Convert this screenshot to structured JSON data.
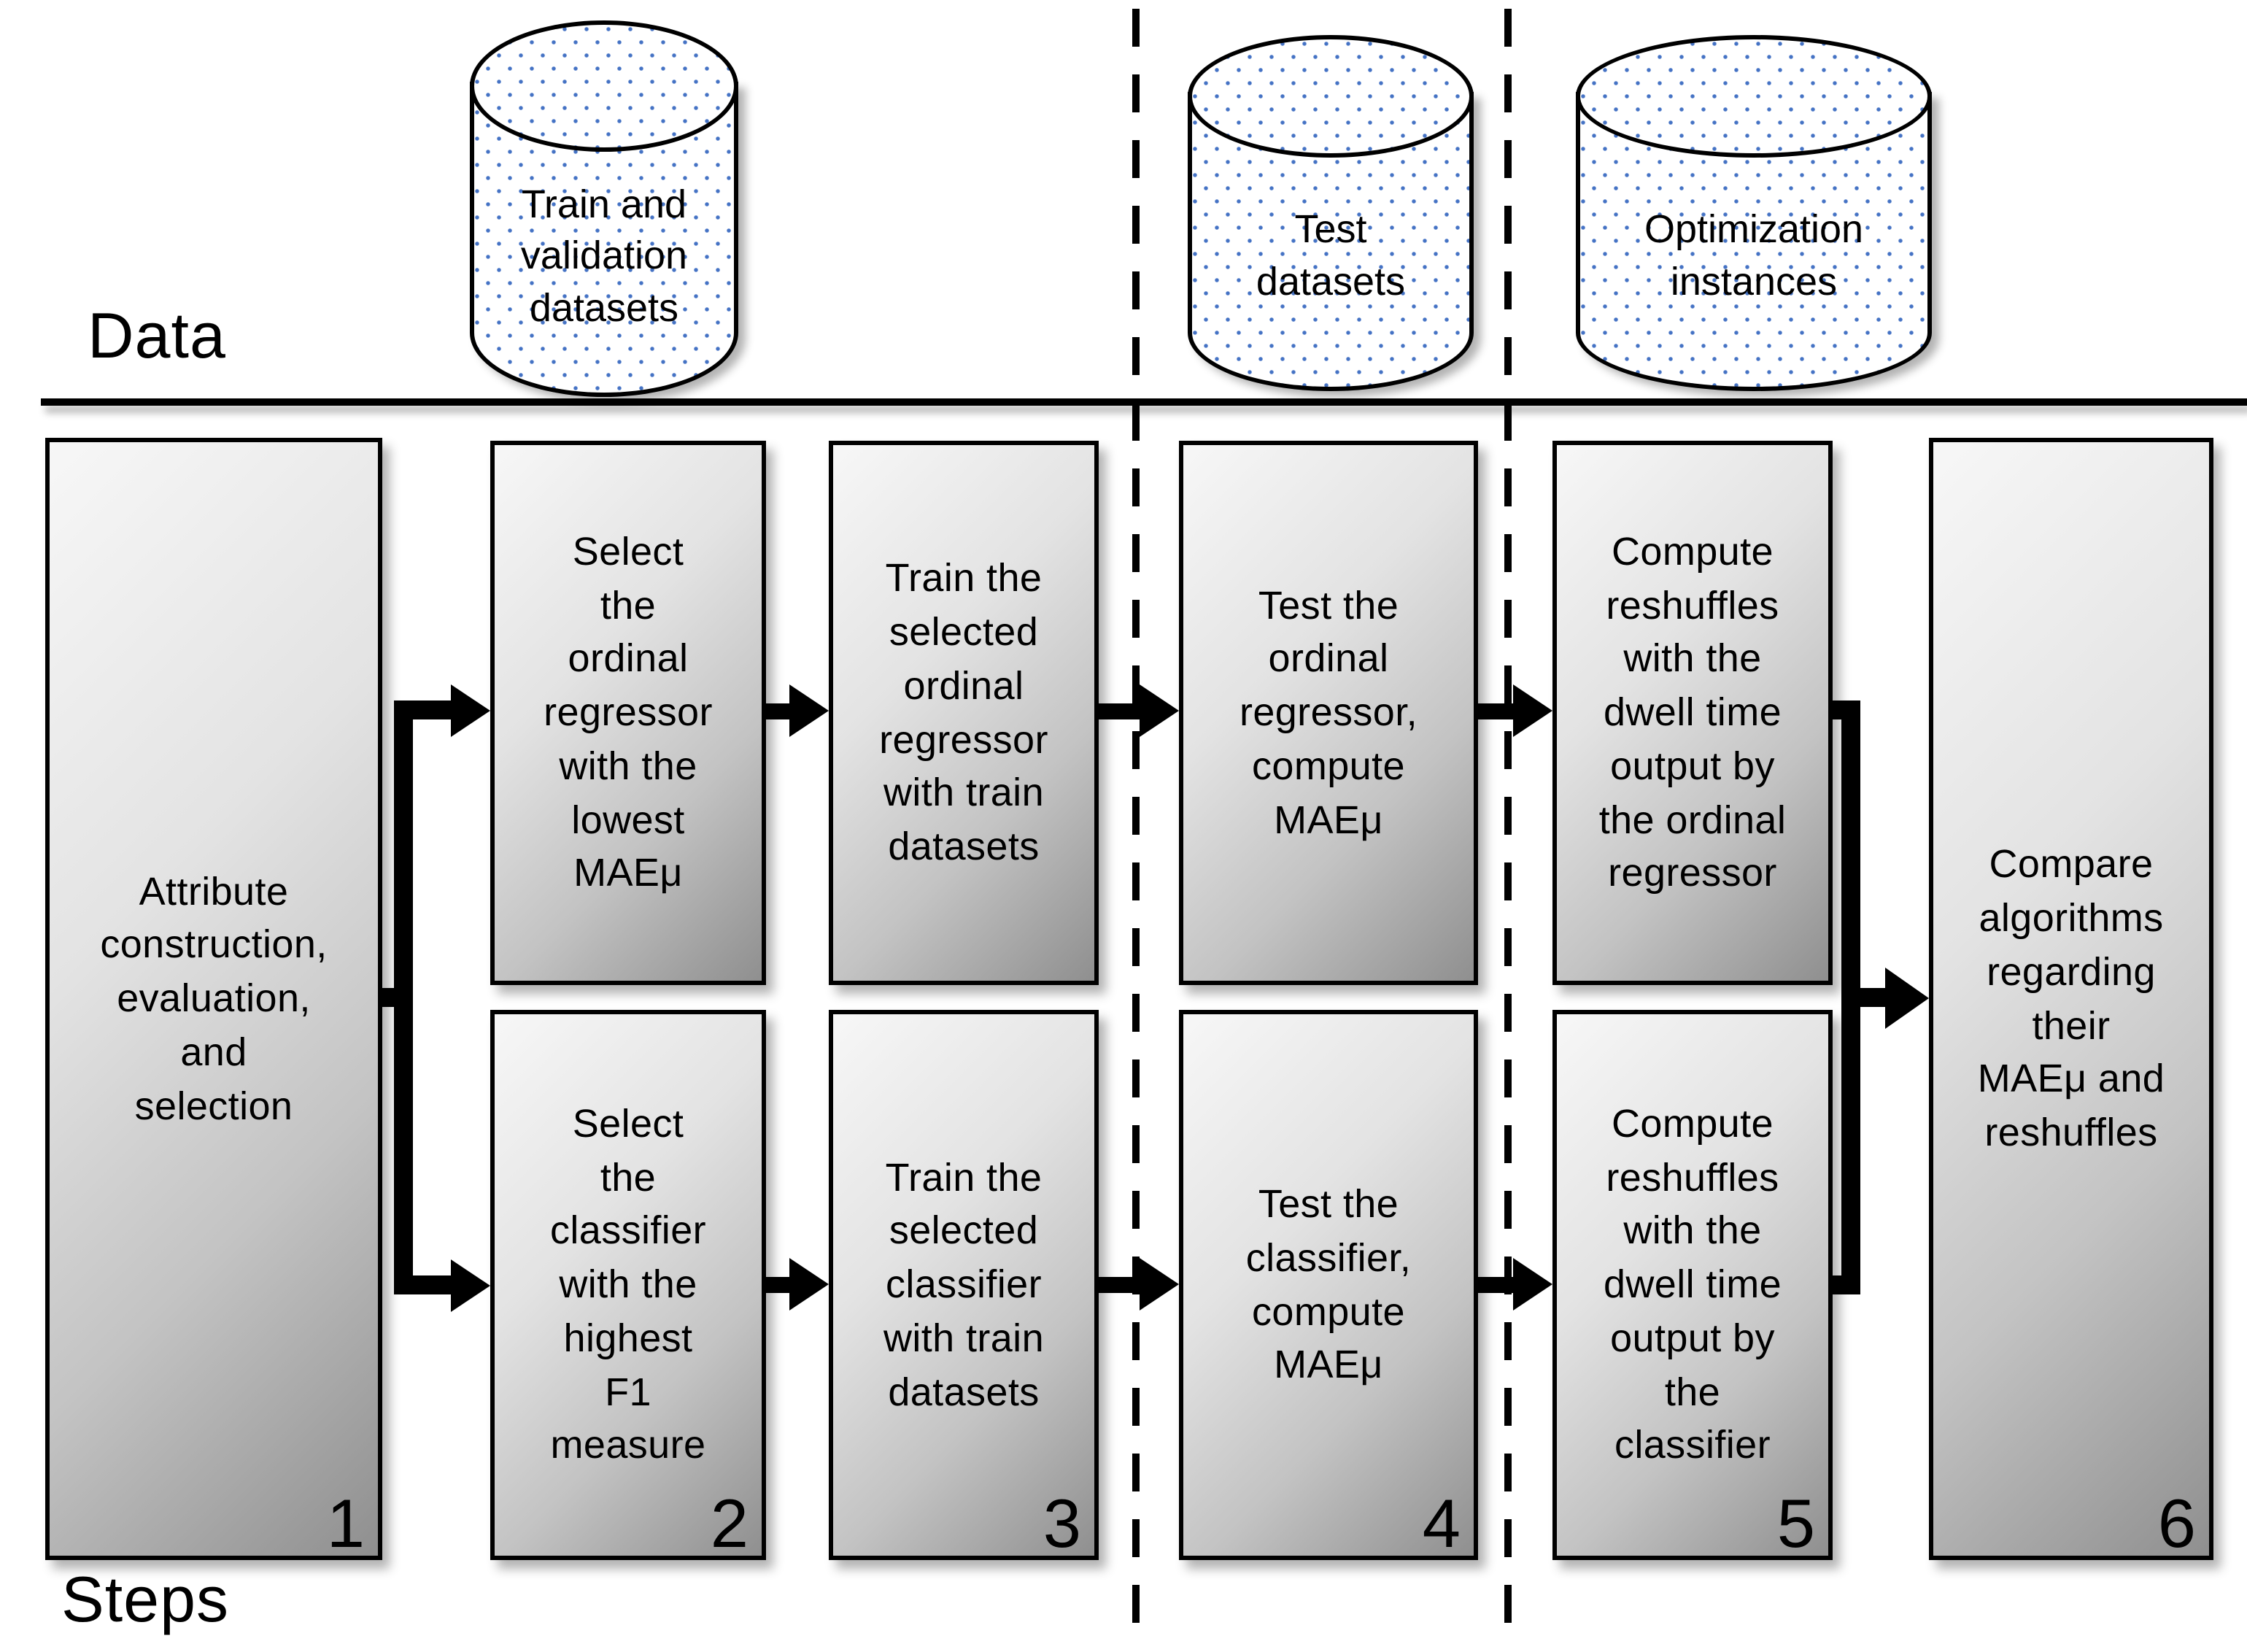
{
  "labels": {
    "data_section": "Data",
    "steps_section": "Steps"
  },
  "datastores": [
    {
      "name": "train-validation-datasets",
      "label": "Train and\nvalidation\ndatasets"
    },
    {
      "name": "test-datasets",
      "label": "Test\ndatasets"
    },
    {
      "name": "optimization-instances",
      "label": "Optimization\ninstances"
    }
  ],
  "steps": {
    "s1": {
      "number": "1",
      "text": "Attribute\nconstruction,\nevaluation,\nand\nselection"
    },
    "s2": {
      "number": "2",
      "top": "Select\nthe\nordinal\nregressor\nwith the\nlowest\nMAEμ",
      "bottom": "Select\nthe\nclassifier\nwith the\nhighest\nF1\nmeasure"
    },
    "s3": {
      "number": "3",
      "top": "Train the\nselected\nordinal\nregressor\nwith train\ndatasets",
      "bottom": "Train the\nselected\nclassifier\nwith train\ndatasets"
    },
    "s4": {
      "number": "4",
      "top": "Test the\nordinal\nregressor,\ncompute\nMAEμ",
      "bottom": "Test the\nclassifier,\ncompute\nMAEμ"
    },
    "s5": {
      "number": "5",
      "top": "Compute\nreshuffles\nwith the\ndwell time\noutput by\nthe ordinal\nregressor",
      "bottom": "Compute\nreshuffles\nwith the\ndwell time\noutput by\nthe\nclassifier"
    },
    "s6": {
      "number": "6",
      "text": "Compare\nalgorithms\nregarding\ntheir\nMAEμ and\nreshuffles"
    }
  },
  "colors": {
    "datastore_dot": "#4472c4",
    "line_color": "#000000",
    "box_gradient_start": "#f7f7f7",
    "box_gradient_end": "#8f8f8f"
  }
}
